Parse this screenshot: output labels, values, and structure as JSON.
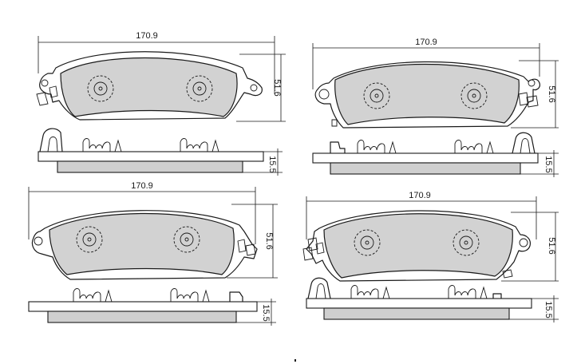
{
  "colors": {
    "line": "#1a1a1a",
    "friction": "#d2d2d2",
    "background": "#ffffff"
  },
  "views": [
    {
      "width_label": "170.9",
      "height_label": "51.6",
      "thickness_label": "15.5"
    },
    {
      "width_label": "170.9",
      "height_label": "51.6",
      "thickness_label": "15.5"
    },
    {
      "width_label": "170.9",
      "height_label": "51.6",
      "thickness_label": "15.5"
    },
    {
      "width_label": "170.9",
      "height_label": "51.6",
      "thickness_label": "15.5"
    }
  ]
}
